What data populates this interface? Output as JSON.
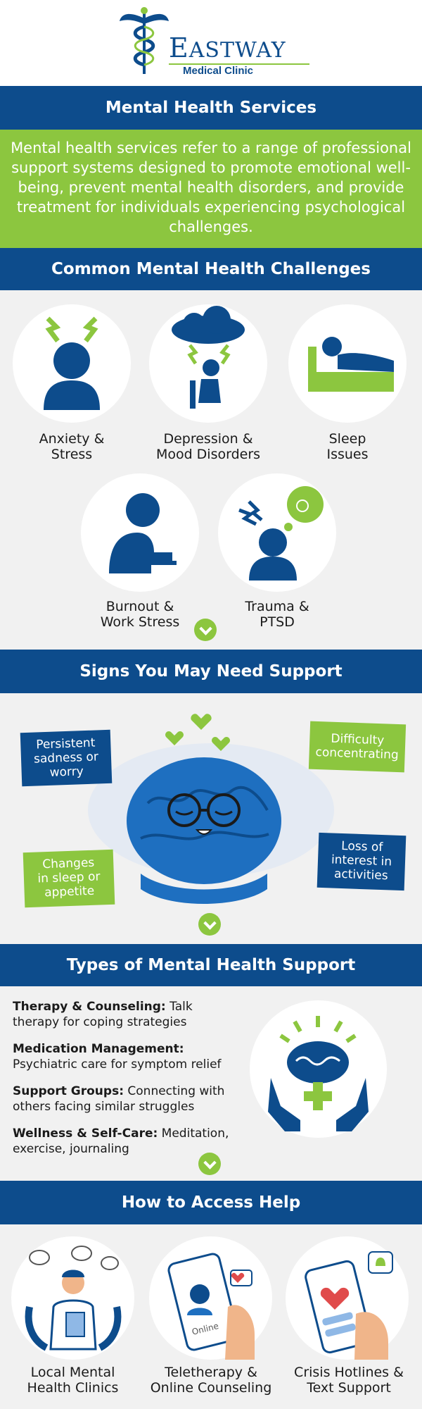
{
  "logo": {
    "name_prefix": "E",
    "name_rest": "ASTWAY",
    "subtitle": "Medical Clinic"
  },
  "intro": {
    "title": "Mental Health Services",
    "text": "Mental health services refer to a range of professional support systems designed to promote emotional well-being, prevent mental health disorders, and provide treatment for individuals experiencing psychological challenges."
  },
  "challenges": {
    "title": "Common Mental Health Challenges",
    "items": [
      {
        "line1": "Anxiety &",
        "line2": "Stress"
      },
      {
        "line1": "Depression &",
        "line2": "Mood Disorders"
      },
      {
        "line1": "Sleep",
        "line2": "Issues"
      },
      {
        "line1": "Burnout &",
        "line2": "Work Stress"
      },
      {
        "line1": "Trauma &",
        "line2": "PTSD"
      }
    ]
  },
  "signs": {
    "title": "Signs You May Need Support",
    "items": [
      {
        "line1": "Persistent",
        "line2": "sadness or",
        "line3": "worry"
      },
      {
        "line1": "Difficulty",
        "line2": "concentrating",
        "line3": ""
      },
      {
        "line1": "Changes",
        "line2": "in sleep or",
        "line3": "appetite"
      },
      {
        "line1": "Loss of",
        "line2": "interest in",
        "line3": "activities"
      }
    ]
  },
  "types": {
    "title": "Types of Mental Health Support",
    "items": [
      {
        "bold": "Therapy & Counseling:",
        "rest1": " Talk",
        "rest2": "therapy for coping strategies"
      },
      {
        "bold": "Medication Management:",
        "rest1": "",
        "rest2": "Psychiatric care for symptom relief"
      },
      {
        "bold": "Support Groups:",
        "rest1": " Connecting with",
        "rest2": "others facing similar struggles"
      },
      {
        "bold": "Wellness & Self-Care:",
        "rest1": " Meditation,",
        "rest2": "exercise, journaling"
      }
    ]
  },
  "access": {
    "title": "How to Access Help",
    "online_label": "Online",
    "items": [
      {
        "line1": "Local Mental",
        "line2": "Health Clinics"
      },
      {
        "line1": "Teletherapy &",
        "line2": "Online Counseling"
      },
      {
        "line1": "Crisis Hotlines &",
        "line2": "Text Support"
      }
    ]
  },
  "colors": {
    "blue": "#0d4c8c",
    "green": "#8cc63f",
    "bg": "#f1f1f1"
  }
}
